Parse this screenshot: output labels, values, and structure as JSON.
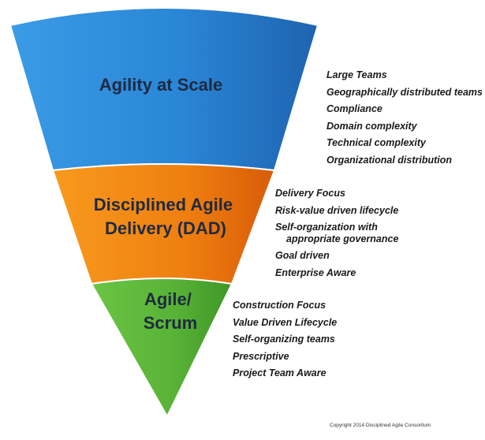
{
  "bands": [
    {
      "id": "scale",
      "title_lines": [
        "Agility at Scale"
      ],
      "color": "#2b86d4",
      "items": [
        "Large Teams",
        "Geographically distributed teams",
        "Compliance",
        "Domain complexity",
        "Technical complexity",
        "Organizational distribution"
      ]
    },
    {
      "id": "dad",
      "title_lines": [
        "Disciplined Agile",
        "Delivery (DAD)"
      ],
      "color": "#ef7d0e",
      "items": [
        "Delivery Focus",
        "Risk-value driven lifecycle",
        [
          "Self-organization with",
          "appropriate governance"
        ],
        "Goal driven",
        "Enterprise Aware"
      ]
    },
    {
      "id": "scrum",
      "title_lines": [
        "Agile/",
        "Scrum"
      ],
      "color": "#5cb83a",
      "items": [
        "Construction Focus",
        "Value Driven Lifecycle",
        "Self-organizing teams",
        "Prescriptive",
        "Project Team Aware"
      ]
    }
  ],
  "copyright": "Copyright 2014 Disciplined Agile Consortium"
}
